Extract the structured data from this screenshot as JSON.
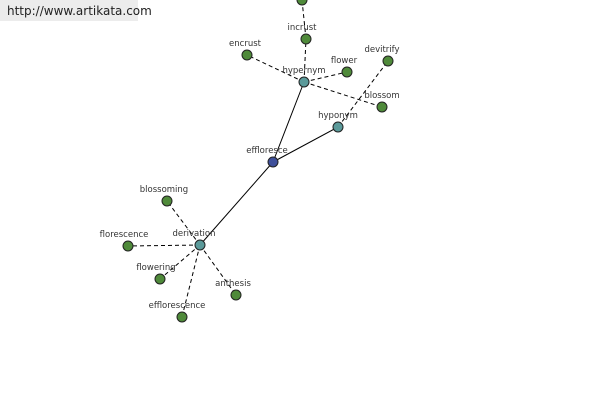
{
  "header": {
    "url": "http://www.artikata.com"
  },
  "colors": {
    "leaf_node": "#4f8a3a",
    "category_node": "#5b9a9a",
    "center_node": "#3e4f9a"
  },
  "graph": {
    "nodes": [
      {
        "id": "efflorescence_center",
        "label": "effloresce",
        "kind": "center"
      },
      {
        "id": "hypernym",
        "label": "hypernym",
        "kind": "category"
      },
      {
        "id": "hyponym",
        "label": "hyponym",
        "kind": "category"
      },
      {
        "id": "derivation",
        "label": "derivation",
        "kind": "category"
      },
      {
        "id": "incrust",
        "label": "incrust",
        "kind": "leaf"
      },
      {
        "id": "top",
        "label": "",
        "kind": "leaf"
      },
      {
        "id": "encrust",
        "label": "encrust",
        "kind": "leaf"
      },
      {
        "id": "flower",
        "label": "flower",
        "kind": "leaf"
      },
      {
        "id": "devitrify",
        "label": "devitrify",
        "kind": "leaf"
      },
      {
        "id": "blossom",
        "label": "blossom",
        "kind": "leaf"
      },
      {
        "id": "blossoming",
        "label": "blossoming",
        "kind": "leaf"
      },
      {
        "id": "florescence",
        "label": "florescence",
        "kind": "leaf"
      },
      {
        "id": "flowering",
        "label": "flowering",
        "kind": "leaf"
      },
      {
        "id": "efflorescence",
        "label": "efflorescence",
        "kind": "leaf"
      },
      {
        "id": "anthesis",
        "label": "anthesis",
        "kind": "leaf"
      }
    ],
    "edges": [
      {
        "from": "efflorescence_center",
        "to": "hypernym",
        "style": "solid"
      },
      {
        "from": "efflorescence_center",
        "to": "hyponym",
        "style": "solid"
      },
      {
        "from": "efflorescence_center",
        "to": "derivation",
        "style": "solid"
      },
      {
        "from": "hypernym",
        "to": "incrust",
        "style": "dashed"
      },
      {
        "from": "hypernym",
        "to": "encrust",
        "style": "dashed"
      },
      {
        "from": "hypernym",
        "to": "flower",
        "style": "dashed"
      },
      {
        "from": "hypernym",
        "to": "blossom",
        "style": "dashed"
      },
      {
        "from": "hyponym",
        "to": "devitrify",
        "style": "dashed"
      },
      {
        "from": "incrust",
        "to": "top",
        "style": "dashed"
      },
      {
        "from": "derivation",
        "to": "blossoming",
        "style": "dashed"
      },
      {
        "from": "derivation",
        "to": "florescence",
        "style": "dashed"
      },
      {
        "from": "derivation",
        "to": "flowering",
        "style": "dashed"
      },
      {
        "from": "derivation",
        "to": "efflorescence",
        "style": "dashed"
      },
      {
        "from": "derivation",
        "to": "anthesis",
        "style": "dashed"
      }
    ]
  }
}
